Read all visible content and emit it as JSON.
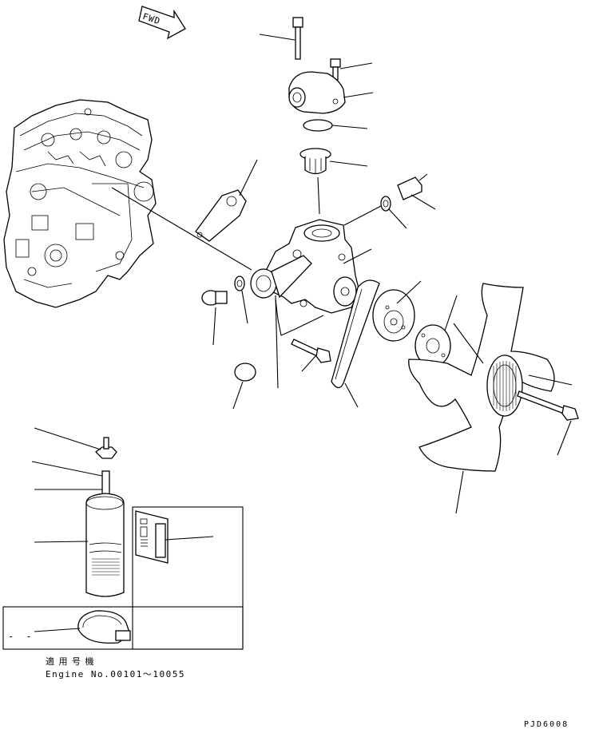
{
  "diagram": {
    "direction_label": "FWD",
    "applicable_label": "適 用 号 機",
    "engine_range": "Engine No.00101～10055",
    "drawing_code": "PJD6008",
    "optional_marker": "- -"
  }
}
